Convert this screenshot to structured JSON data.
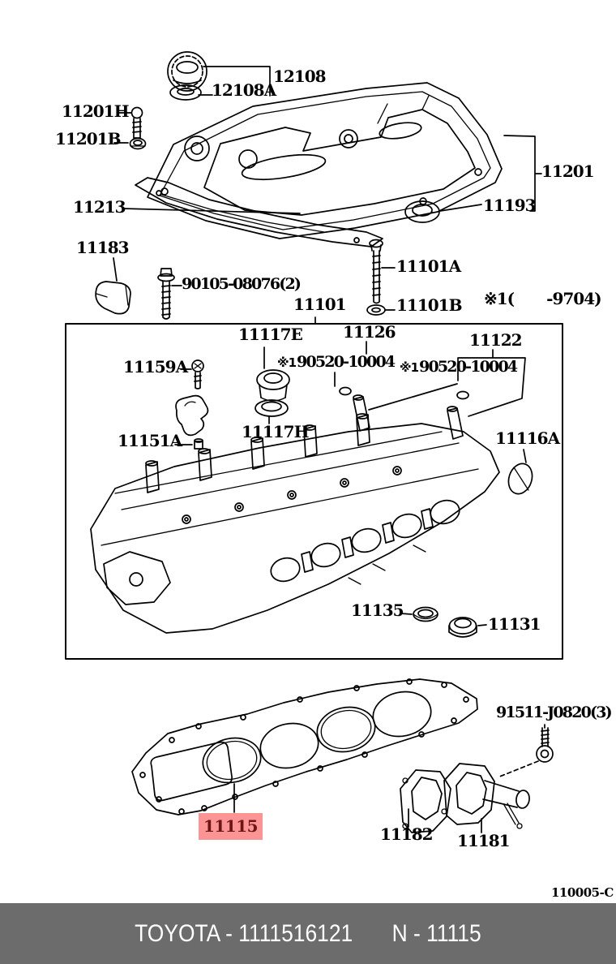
{
  "page": {
    "drawing_code": "110005-C",
    "note": {
      "open": "※1(",
      "close": "-9704)"
    },
    "highlight": {
      "bg": "#fb9494",
      "text_color": "#6d1515"
    },
    "footer": {
      "brand_code": "TOYOTA - 1111516121",
      "part_code": "N - 11115",
      "bar_color": "#6c6c6c"
    },
    "parts": {
      "p12108": "12108",
      "p12108a": "12108A",
      "p11201h": "11201H",
      "p11201b": "11201B",
      "p11213": "11213",
      "p11201": "11201",
      "p11193": "11193",
      "p11183": "11183",
      "p90105": "90105-08076(2)",
      "p11101a": "11101A",
      "p11101b": "11101B",
      "p11101": "11101",
      "p11117e": "11117E",
      "p11126": "11126",
      "p11122": "11122",
      "p11159a": "11159A",
      "p11117h": "11117H",
      "p11151a": "11151A",
      "p11116a": "11116A",
      "p11135": "11135",
      "p11131": "11131",
      "p11115": "11115",
      "p91511": "91511-J0820(3)",
      "p11182": "11182",
      "p11181": "11181"
    },
    "guides": {
      "a": {
        "star": "※1",
        "num": "90520-10004"
      },
      "b": {
        "star": "※1",
        "num": "90520-10004"
      }
    }
  }
}
